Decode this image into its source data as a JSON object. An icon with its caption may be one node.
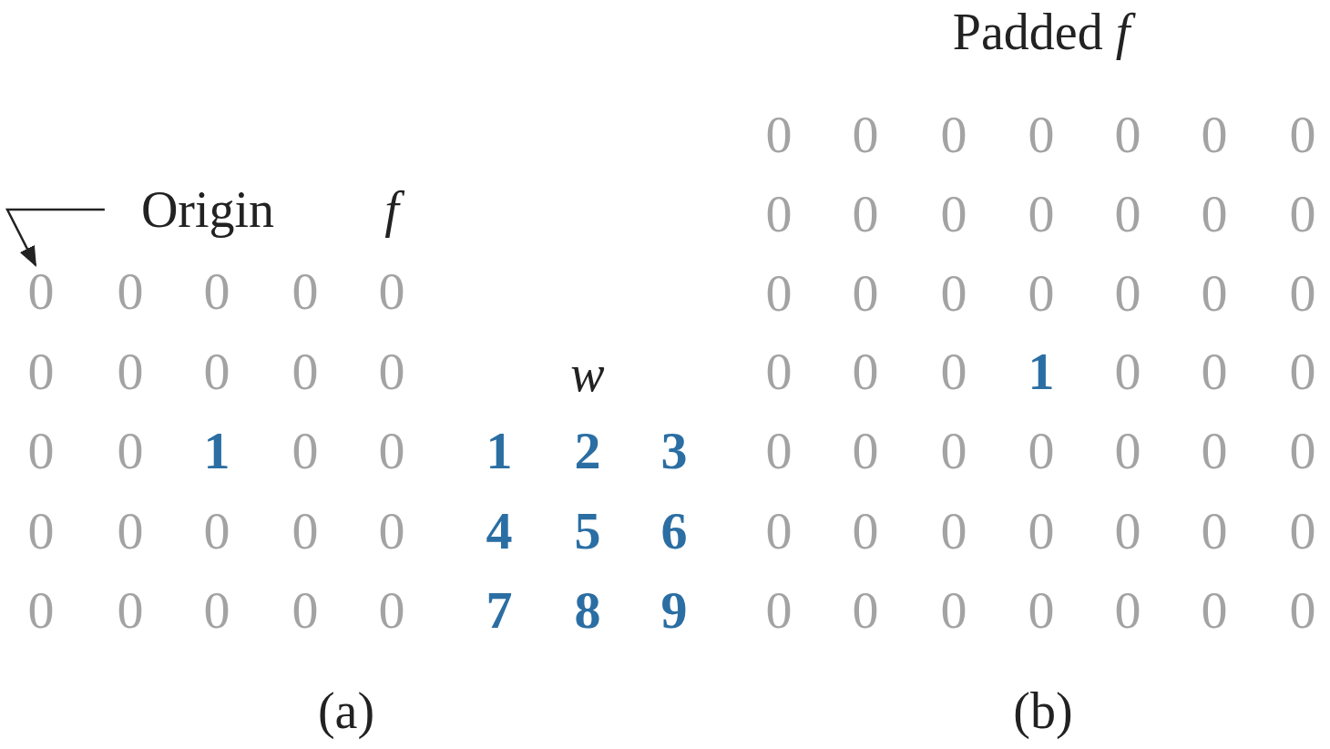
{
  "diagram": {
    "nodes": [
      {
        "text": [
          "Origin"
        ]
      },
      {
        "text": [
          "0"
        ]
      }
    ],
    "edges": [
      {
        "from": 0,
        "to": 1,
        "arrow": "to"
      }
    ],
    "labels": [
      "f",
      "0",
      "0",
      "0",
      "0",
      "0",
      "0",
      "0",
      "0",
      "0",
      "0",
      "0",
      "1",
      "0",
      "0",
      "0",
      "0",
      "0",
      "0",
      "0",
      "0",
      "0",
      "0",
      "0",
      "0",
      "w",
      "1",
      "2",
      "3",
      "4",
      "5",
      "6",
      "7",
      "8",
      "9",
      "Padded *f*",
      "0",
      "0",
      "0",
      "0",
      "0",
      "0",
      "0",
      "0",
      "0",
      "0",
      "0",
      "0",
      "0",
      "0",
      "0",
      "0",
      "0",
      "0",
      "0",
      "0",
      "0",
      "0",
      "0",
      "0",
      "1",
      "0",
      "0",
      "0",
      "0",
      "0",
      "0",
      "0",
      "0",
      "0",
      "0",
      "0",
      "0",
      "0",
      "0",
      "0",
      "0",
      "0",
      "0",
      "0",
      "0",
      "0",
      "0",
      "0",
      "0",
      "(a)",
      "(b)"
    ]
  }
}
